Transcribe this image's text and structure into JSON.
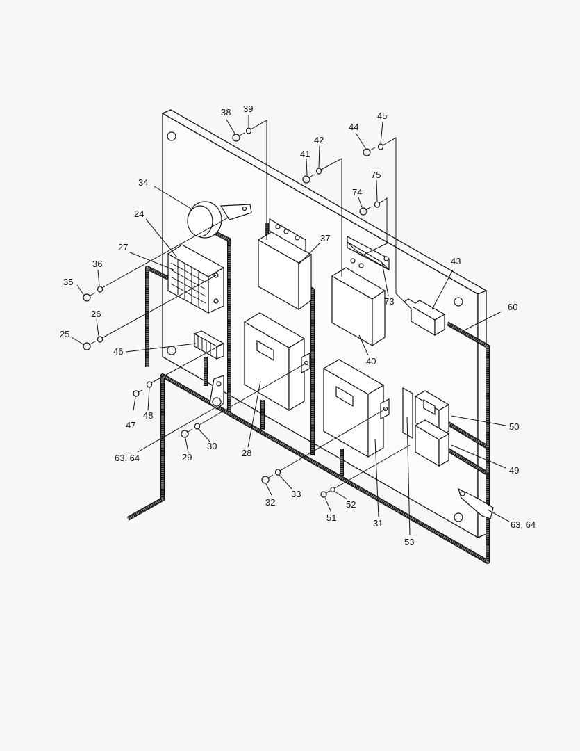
{
  "callouts": {
    "c24": "24",
    "c25": "25",
    "c26": "26",
    "c27": "27",
    "c28": "28",
    "c29": "29",
    "c30": "30",
    "c31": "31",
    "c32": "32",
    "c33": "33",
    "c34": "34",
    "c35": "35",
    "c36": "36",
    "c37": "37",
    "c38": "38",
    "c39": "39",
    "c40": "40",
    "c41": "41",
    "c42": "42",
    "c43": "43",
    "c44": "44",
    "c45": "45",
    "c46": "46",
    "c47": "47",
    "c48": "48",
    "c49": "49",
    "c50": "50",
    "c51": "51",
    "c52": "52",
    "c53": "53",
    "c60": "60",
    "c63_64a": "63, 64",
    "c63_64b": "63, 64",
    "c73": "73",
    "c74": "74",
    "c75": "75"
  }
}
